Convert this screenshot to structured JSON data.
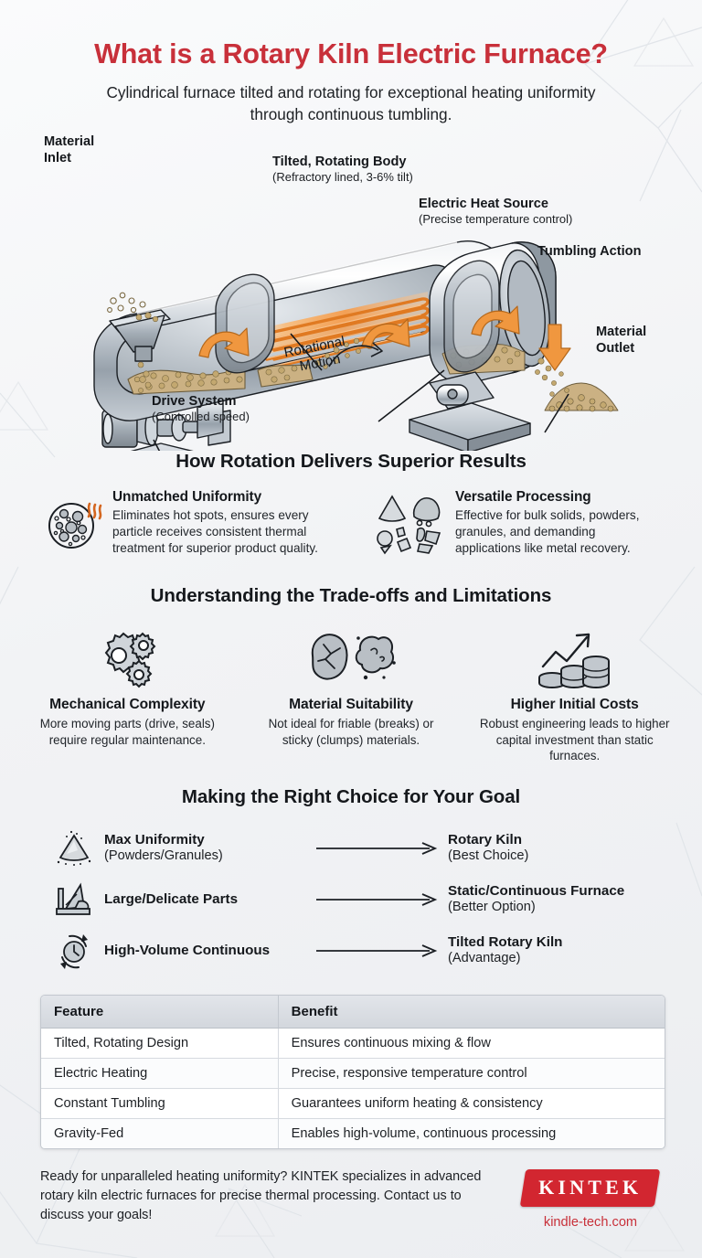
{
  "header": {
    "title": "What is a Rotary Kiln Electric Furnace?",
    "subtitle": "Cylindrical furnace tilted and rotating for exceptional heating uniformity through continuous tumbling."
  },
  "diagram": {
    "labels": {
      "material_inlet_l1": "Material",
      "material_inlet_l2": "Inlet",
      "body_title": "Tilted, Rotating Body",
      "body_sub": "(Refractory lined, 3-6% tilt)",
      "heat_title": "Electric Heat Source",
      "heat_sub": "(Precise temperature control)",
      "tumbling": "Tumbling Action",
      "outlet_l1": "Material",
      "outlet_l2": "Outlet",
      "drive_title": "Drive System",
      "drive_sub": "(Controlled speed)",
      "rotation_l1": "Rotational",
      "rotation_l2": "Motion"
    }
  },
  "benefits_section": {
    "heading": "How Rotation Delivers Superior Results",
    "items": [
      {
        "icon": "heated-particles-icon",
        "title": "Unmatched Uniformity",
        "body": "Eliminates hot spots, ensures every particle receives consistent thermal treatment for superior product quality."
      },
      {
        "icon": "bulk-materials-icon",
        "title": "Versatile Processing",
        "body": "Effective for bulk solids, powders, granules, and demanding applications like metal recovery."
      }
    ]
  },
  "tradeoffs_section": {
    "heading": "Understanding the Trade-offs and Limitations",
    "items": [
      {
        "icon": "gears-icon",
        "title": "Mechanical Complexity",
        "body": "More moving parts (drive, seals) require regular maintenance."
      },
      {
        "icon": "cracked-rock-icon",
        "title": "Material Suitability",
        "body": "Not ideal for friable (breaks) or sticky (clumps) materials."
      },
      {
        "icon": "rising-coins-icon",
        "title": "Higher Initial Costs",
        "body": "Robust engineering leads to higher capital investment than static furnaces."
      }
    ]
  },
  "choice_section": {
    "heading": "Making the Right Choice for Your Goal",
    "rows": [
      {
        "icon": "powder-pile-icon",
        "goal_title": "Max Uniformity",
        "goal_sub": "(Powders/Granules)",
        "arrow": "arrow-right-icon",
        "result_title": "Rotary Kiln",
        "result_sub": "(Best Choice)"
      },
      {
        "icon": "large-part-icon",
        "goal_title": "Large/Delicate Parts",
        "goal_sub": "",
        "arrow": "arrow-right-icon",
        "result_title": "Static/Continuous Furnace",
        "result_sub": "(Better Option)"
      },
      {
        "icon": "clock-cycle-icon",
        "goal_title": "High-Volume Continuous",
        "goal_sub": "",
        "arrow": "arrow-right-icon",
        "result_title": "Tilted Rotary Kiln",
        "result_sub": "(Advantage)"
      }
    ]
  },
  "table": {
    "columns": [
      "Feature",
      "Benefit"
    ],
    "rows": [
      [
        "Tilted, Rotating Design",
        "Ensures continuous mixing & flow"
      ],
      [
        "Electric Heating",
        "Precise, responsive temperature control"
      ],
      [
        "Constant Tumbling",
        "Guarantees uniform heating & consistency"
      ],
      [
        "Gravity-Fed",
        "Enables high-volume, continuous processing"
      ]
    ]
  },
  "footer": {
    "cta": "Ready for unparalleled heating uniformity? KINTEK specializes in advanced rotary kiln electric furnaces for precise thermal processing. Contact us to discuss your goals!",
    "logo_text": "KINTEK",
    "url": "kindle-tech.com"
  },
  "colors": {
    "brand_red": "#c8303a",
    "logo_red": "#d22630",
    "heat_orange": "#f08a33",
    "steel_gray": "#b9c0c8",
    "text_dark": "#15181c"
  }
}
